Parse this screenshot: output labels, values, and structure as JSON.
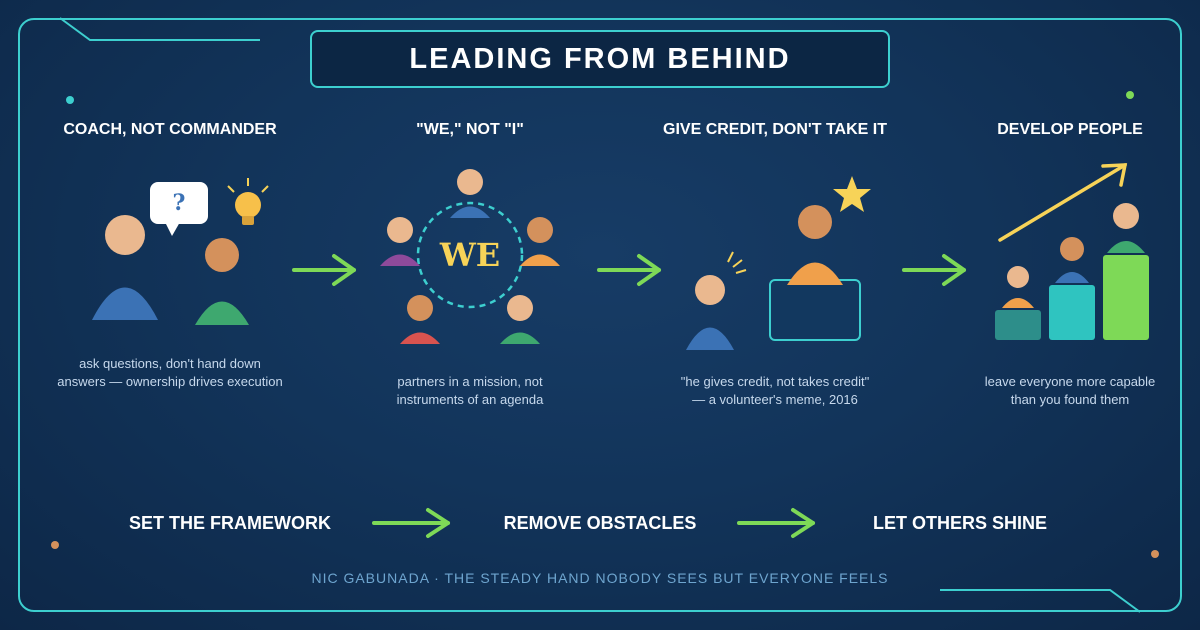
{
  "title": "LEADING FROM BEHIND",
  "columns": [
    {
      "title": "COACH, NOT COMMANDER",
      "caption": [
        "ask questions, don't hand down",
        "answers — ownership drives execution"
      ],
      "bubble_symbol": "?"
    },
    {
      "title": "\"WE,\" NOT \"I\"",
      "caption": [
        "partners in a mission, not",
        "instruments of an agenda"
      ],
      "center_word": "WE"
    },
    {
      "title": "GIVE CREDIT, DON'T TAKE IT",
      "caption": [
        "\"he gives credit, not takes credit\"",
        "— a volunteer's meme, 2016"
      ]
    },
    {
      "title": "DEVELOP PEOPLE",
      "caption": [
        "leave everyone more capable",
        "than you found them"
      ]
    }
  ],
  "steps": [
    "SET THE FRAMEWORK",
    "REMOVE OBSTACLES",
    "LET OTHERS SHINE"
  ],
  "footer": "NIC GABUNADA · THE STEADY HAND NOBODY SEES BUT EVERYONE FEELS",
  "colors": {
    "background": "#12345a",
    "accent_teal": "#3dcfcf",
    "arrow_green": "#7ed957",
    "gold": "#f7d358",
    "skin_light": "#eab88f",
    "skin_dark": "#d4915c",
    "blue": "#3b72b5",
    "green": "#3ea86f",
    "orange": "#f0a04b",
    "purple": "#8e4a9b",
    "red": "#d9534f"
  }
}
